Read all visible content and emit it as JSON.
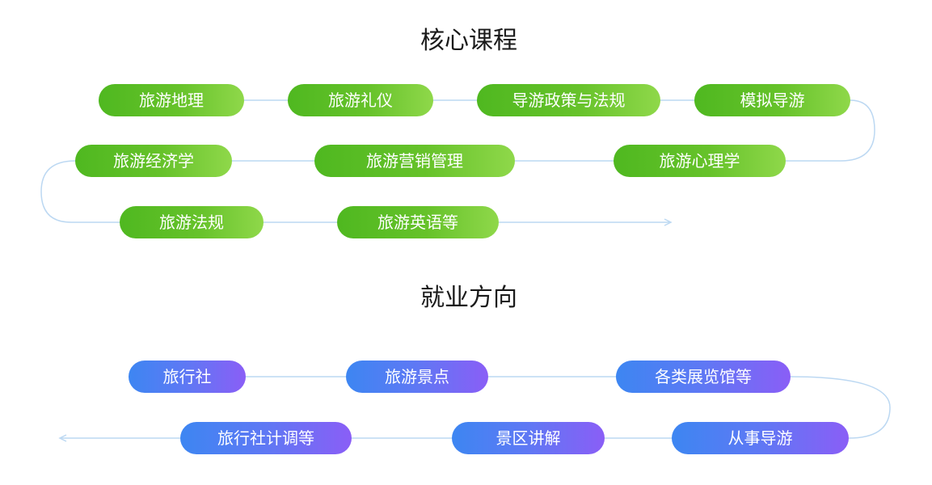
{
  "core_courses": {
    "title": "核心课程",
    "items": [
      "旅游地理",
      "旅游礼仪",
      "导游政策与法规",
      "模拟导游",
      "旅游经济学",
      "旅游营销管理",
      "旅游心理学",
      "旅游法规",
      "旅游英语等"
    ]
  },
  "career_directions": {
    "title": "就业方向",
    "items": [
      "旅行社",
      "旅游景点",
      "各类展览馆等",
      "旅行社计调等",
      "景区讲解",
      "从事导游"
    ]
  },
  "colors": {
    "connector": "#bcd8f2",
    "core_gradient": [
      "#4fb820",
      "#8fd84a"
    ],
    "career_gradient": [
      "#3d86f2",
      "#8a5ef6"
    ]
  }
}
